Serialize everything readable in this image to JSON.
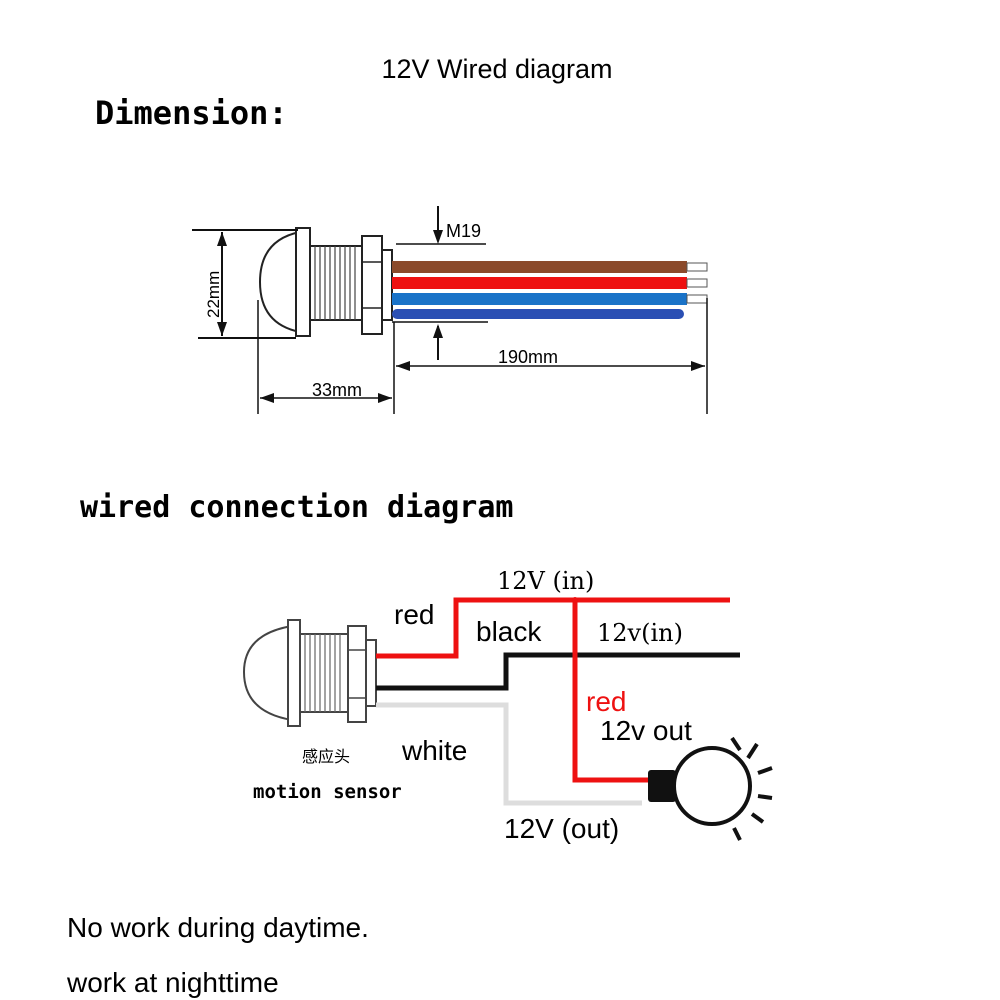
{
  "title": "12V Wired diagram",
  "dimension": {
    "heading": "Dimension:",
    "thread_label": "M19",
    "height_label": "22mm",
    "body_length_label": "33mm",
    "wire_length_label": "190mm",
    "wire_colors": [
      "#8B4A2B",
      "#ee1111",
      "#1a73c8",
      "#2a4fb4"
    ]
  },
  "connection": {
    "heading": "wired connection diagram",
    "labels": {
      "red_in": "red",
      "black_in": "black",
      "white": "white",
      "red_out": "red",
      "v12_in_top": "12V (in)",
      "v12_in_mid": "12v(in)",
      "v12_out_mid": "12v out",
      "v12_out_bottom": "12V (out)",
      "sensor_cn": "感应头",
      "sensor_en": "motion sensor"
    },
    "colors": {
      "red": "#ee1111",
      "black": "#111111",
      "white": "#dddddd"
    }
  },
  "notes": [
    "No work during daytime.",
    "work at nighttime"
  ]
}
